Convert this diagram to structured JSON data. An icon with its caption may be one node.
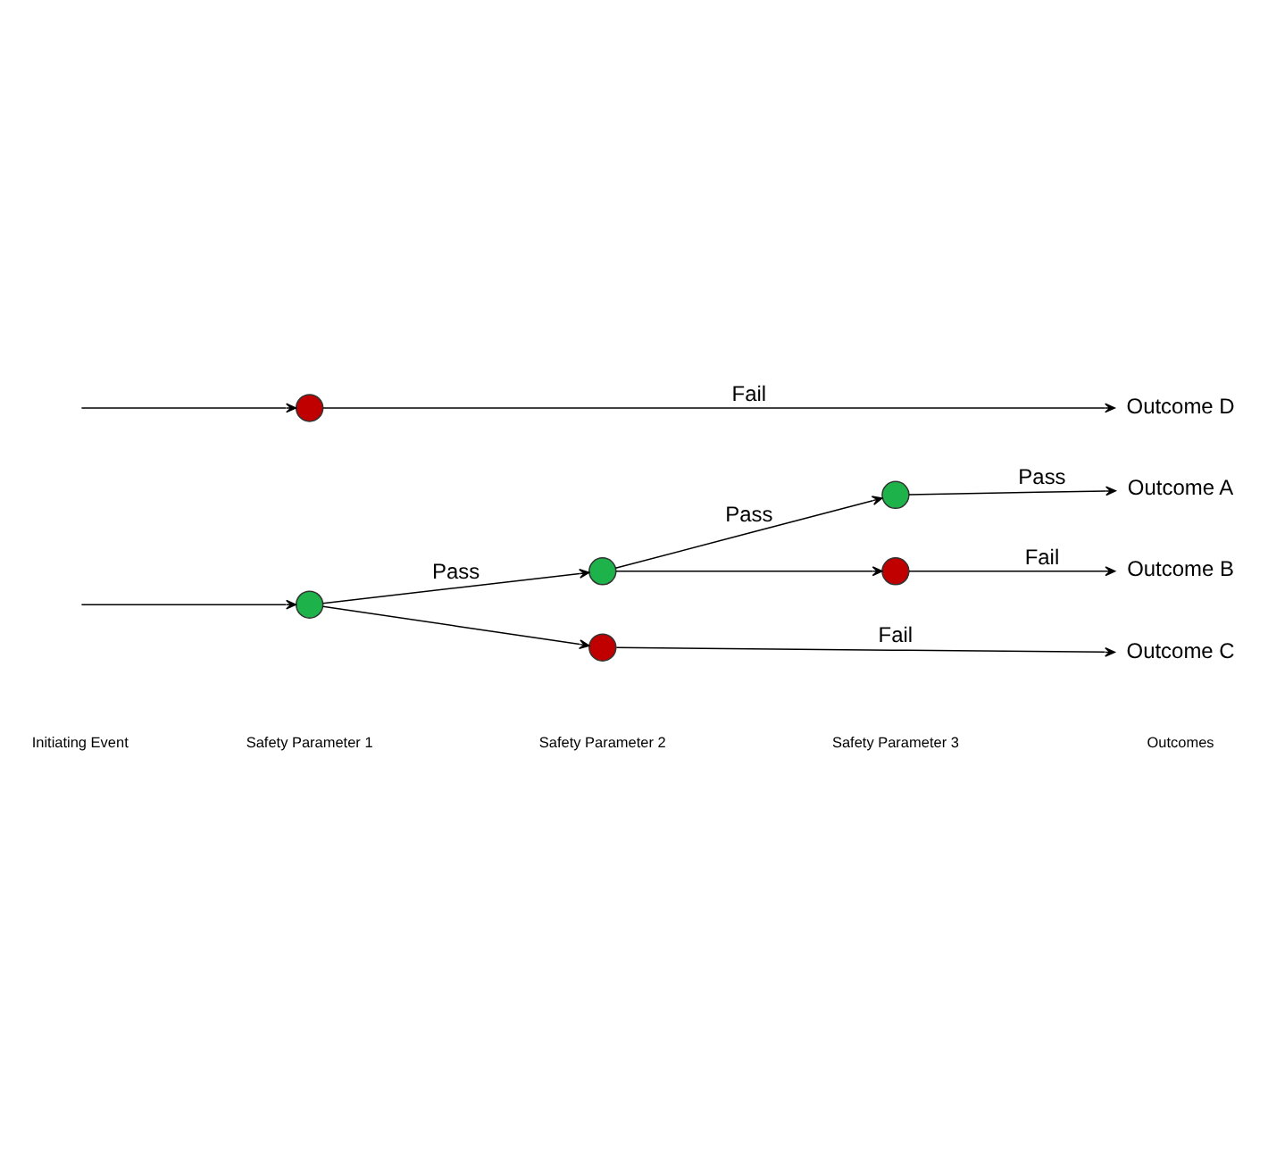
{
  "diagram": {
    "nodes": [
      {
        "text": [],
        "shape": "circle"
      },
      {
        "text": [],
        "shape": "circle"
      },
      {
        "text": [],
        "shape": "circle"
      },
      {
        "text": [],
        "shape": "circle"
      },
      {
        "text": [],
        "shape": "circle"
      },
      {
        "text": [],
        "shape": "circle"
      },
      {
        "text": [
          "Outcome A"
        ]
      },
      {
        "text": [
          "Outcome B"
        ]
      },
      {
        "text": [
          "Outcome C"
        ]
      },
      {
        "text": [
          "Outcome D"
        ]
      }
    ],
    "edges": [
      {
        "from": null,
        "to": 0,
        "arrow": "to"
      },
      {
        "from": null,
        "to": 1,
        "arrow": "to"
      },
      {
        "from": 0,
        "to": 2,
        "arrow": "to",
        "label": "Pass"
      },
      {
        "from": 0,
        "to": 3,
        "arrow": "to"
      },
      {
        "from": 2,
        "to": 4,
        "arrow": "to",
        "label": "Pass"
      },
      {
        "from": 2,
        "to": 5,
        "arrow": "to"
      },
      {
        "from": 4,
        "to": 6,
        "arrow": "to",
        "label": "Pass"
      },
      {
        "from": 5,
        "to": 7,
        "arrow": "to",
        "label": "Fail"
      },
      {
        "from": 3,
        "to": 8,
        "arrow": "to",
        "label": "Fail"
      },
      {
        "from": 1,
        "to": 9,
        "arrow": "to",
        "label": "Fail"
      }
    ],
    "labels": [
      "Initiating Event",
      "Safety Parameter 1",
      "Safety Parameter 2",
      "Safety Parameter 3",
      "Outcomes"
    ]
  }
}
